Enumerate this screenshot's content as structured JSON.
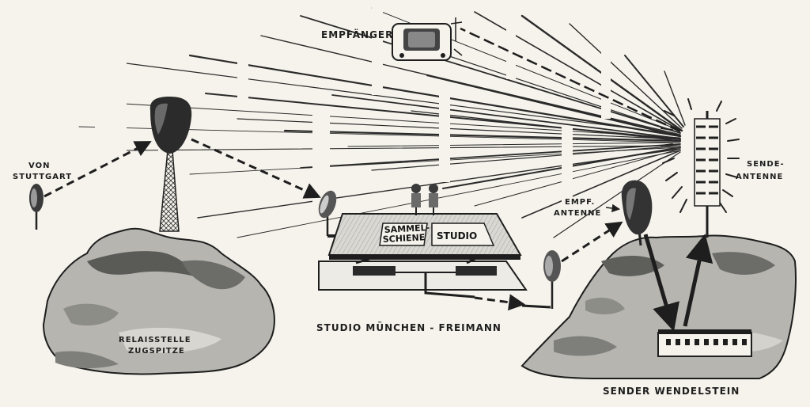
{
  "labels": {
    "empfaenger": "EMPFÄNGER",
    "von": "VON",
    "stuttgart": "STUTTGART",
    "sende": "SENDE-",
    "antenne": "ANTENNE",
    "empf": "EMPF.",
    "empf_antenne": "ANTENNE",
    "sammel": "SAMMEL-",
    "schiene": "SCHIENE",
    "studio": "STUDIO",
    "relaisstelle": "RELAISSTELLE",
    "zugspitze": "ZUGSPITZE",
    "studio_muenchen": "STUDIO MÜNCHEN - FREIMANN",
    "sender_wendelstein": "SENDER WENDELSTEIN"
  },
  "colors": {
    "paper": "#f6f3ec",
    "ink": "#1e1e1e",
    "rock": "#a9a9a4"
  }
}
